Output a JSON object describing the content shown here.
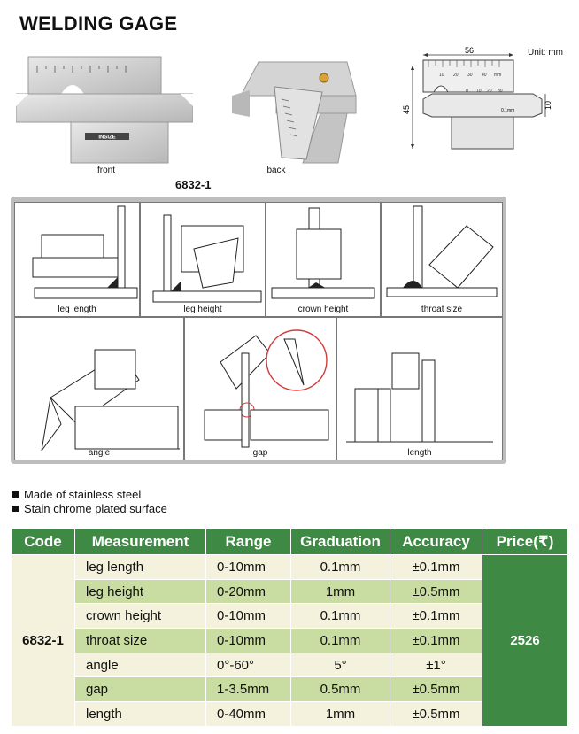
{
  "title": "WELDING GAGE",
  "unit_label": "Unit: mm",
  "model_number": "6832-1",
  "photos": {
    "front_caption": "front",
    "back_caption": "back"
  },
  "drawing": {
    "width_label": "56",
    "height_label": "45",
    "thickness_label": "10",
    "resolution_label": "0.1mm",
    "scale_marks": [
      "10",
      "20",
      "30",
      "40",
      "mm",
      "0",
      "10",
      "20",
      "30"
    ]
  },
  "usage_panel": {
    "cells": [
      "leg length",
      "leg height",
      "crown height",
      "throat size",
      "angle",
      "gap",
      "length"
    ]
  },
  "features": [
    "Made of stainless steel",
    "Stain chrome plated surface"
  ],
  "table": {
    "headers": [
      "Code",
      "Measurement",
      "Range",
      "Graduation",
      "Accuracy",
      "Price(₹)"
    ],
    "code": "6832-1",
    "price": "2526",
    "rows": [
      {
        "measurement": "leg length",
        "range": "0-10mm",
        "graduation": "0.1mm",
        "accuracy": "±0.1mm"
      },
      {
        "measurement": "leg height",
        "range": "0-20mm",
        "graduation": "1mm",
        "accuracy": "±0.5mm"
      },
      {
        "measurement": "crown height",
        "range": "0-10mm",
        "graduation": "0.1mm",
        "accuracy": "±0.1mm"
      },
      {
        "measurement": "throat size",
        "range": "0-10mm",
        "graduation": "0.1mm",
        "accuracy": "±0.1mm"
      },
      {
        "measurement": "angle",
        "range": "0°-60°",
        "graduation": "5°",
        "accuracy": "±1°"
      },
      {
        "measurement": "gap",
        "range": "1-3.5mm",
        "graduation": "0.5mm",
        "accuracy": "±0.5mm"
      },
      {
        "measurement": "length",
        "range": "0-40mm",
        "graduation": "1mm",
        "accuracy": "±0.5mm"
      }
    ]
  }
}
